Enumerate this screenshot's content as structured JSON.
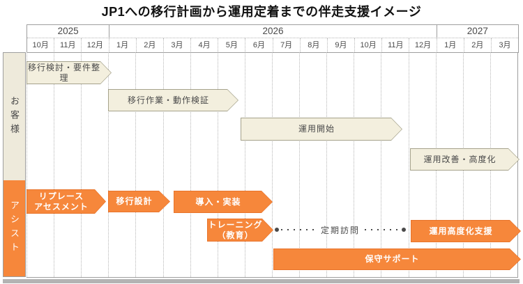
{
  "title": "JP1への移行計画から運用定着までの伴走支援イメージ",
  "timeline": {
    "years": [
      {
        "label": "2025",
        "months_spanned": 3
      },
      {
        "label": "2026",
        "months_spanned": 12
      },
      {
        "label": "2027",
        "months_spanned": 3
      }
    ],
    "months": [
      "10月",
      "11月",
      "12月",
      "1月",
      "2月",
      "3月",
      "4月",
      "5月",
      "6月",
      "7月",
      "8月",
      "9月",
      "10月",
      "11月",
      "12月",
      "1月",
      "2月",
      "3月"
    ]
  },
  "lanes": {
    "customer": {
      "label": "お客様",
      "bars": [
        {
          "label": "移行検討・要件整理",
          "start": "2025-10",
          "end": "2025-12"
        },
        {
          "label": "移行作業・動作検証",
          "start": "2026-01",
          "end": "2026-05"
        },
        {
          "label": "運用開始",
          "start": "2026-05",
          "end": "2026-11"
        },
        {
          "label": "運用改善・高度化",
          "start": "2026-12",
          "end": "2027-03"
        }
      ]
    },
    "assist": {
      "label": "アシスト",
      "bars": [
        {
          "label": "リプレース\nアセスメント",
          "start": "2025-10",
          "end": "2025-12"
        },
        {
          "label": "移行設計",
          "start": "2026-01",
          "end": "2026-02"
        },
        {
          "label": "導入・実装",
          "start": "2026-03",
          "end": "2026-06"
        },
        {
          "label": "トレーニング\n（教育）",
          "start": "2026-05",
          "end": "2026-06"
        },
        {
          "label": "運用高度化支援",
          "start": "2026-12",
          "end": "2027-03"
        },
        {
          "label": "保守サポート",
          "start": "2026-07",
          "end": "2027-03"
        }
      ],
      "connector": {
        "label": "定期訪問",
        "start": "2026-07",
        "end": "2026-11"
      }
    }
  },
  "colors": {
    "assist_orange": "#F6873B",
    "assist_orange_border": "#E8732A",
    "customer_beige": "#F3EFDE",
    "customer_beige_border": "#A5A28B",
    "customer_label_bg": "#EEEADB",
    "text": "#4A4A4A",
    "grid_line": "#B5B5B5",
    "table_border": "#9E9E9E"
  }
}
